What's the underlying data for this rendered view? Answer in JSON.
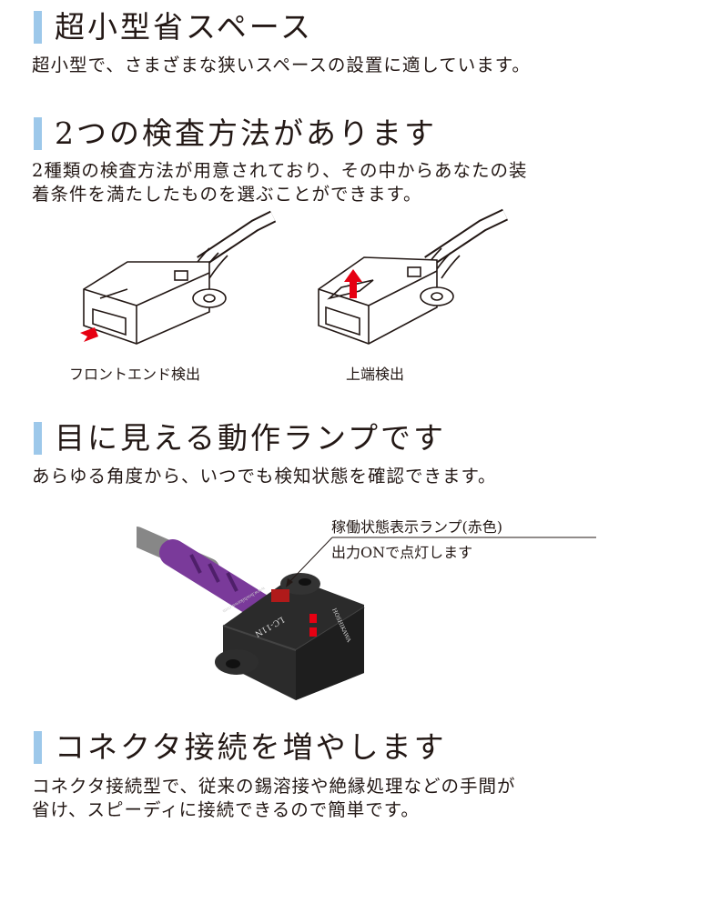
{
  "sections": [
    {
      "heading": "超小型省スペース",
      "body": [
        "超小型で、さまざまな狭いスペースの設置に適しています。"
      ]
    },
    {
      "heading": "2つの検査方法があります",
      "body": [
        "2種類の検査方法が用意されており、その中からあなたの装",
        "着条件を満たしたものを選ぶことができます。"
      ]
    },
    {
      "heading": "目に見える動作ランプです",
      "body": [
        "あらゆる角度から、いつでも検知状態を確認できます。"
      ]
    },
    {
      "heading": "コネクタ接続を増やします",
      "body": [
        "コネクタ接続型で、従来の錫溶接や絶縁処理などの手間が",
        "省け、スピーディに接続できるので簡単です。"
      ]
    }
  ],
  "diagrams": {
    "front_end_label": "フロントエンド検出",
    "top_end_label": "上端検出"
  },
  "lamp_callout": {
    "line1": "稼働状態表示ランプ(赤色)",
    "line2": "出力ONで点灯します"
  },
  "product_markings": {
    "url": "www.hoshikawa.com",
    "model": "LC-11N",
    "brand": "HOSHIKAWA"
  },
  "colors": {
    "accent_bar": "#9dc8ea",
    "arrow_red": "#e60012",
    "cable_purple": "#7a3a9a"
  }
}
